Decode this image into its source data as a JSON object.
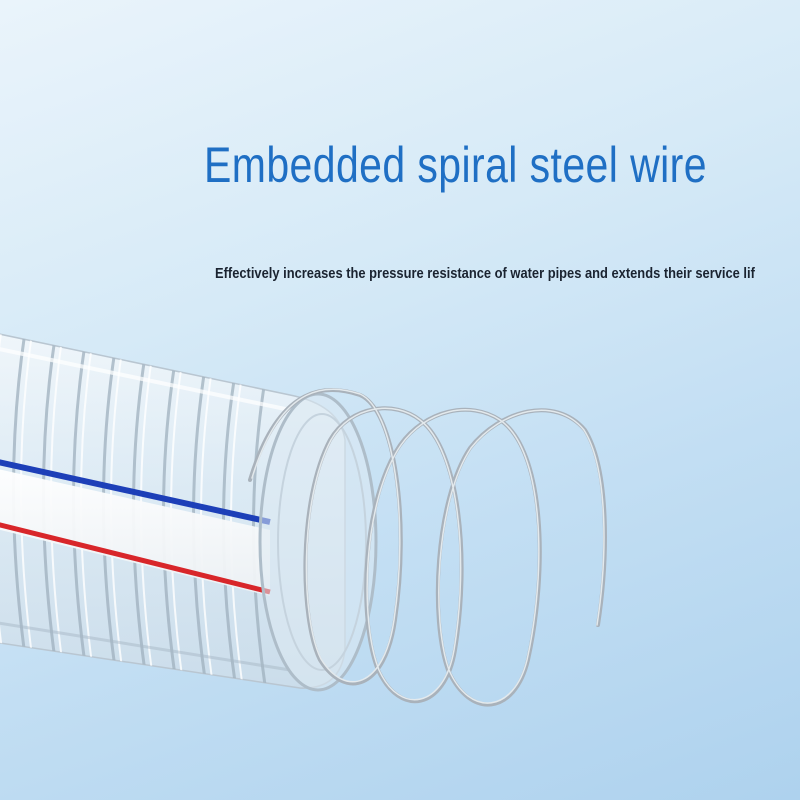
{
  "headline": "Embedded spiral steel wire",
  "subline": "Effectively increases the pressure resistance of water pipes and extends their service lif",
  "colors": {
    "headline": "#1f6fc4",
    "subline": "#1a2330",
    "background": "#c2def3",
    "stripe_blue": "#1d3fb8",
    "stripe_red": "#d8262a",
    "wire": "#a9b2bb"
  },
  "illustration": "clear-pvc-hose-with-spiral-steel-wire"
}
